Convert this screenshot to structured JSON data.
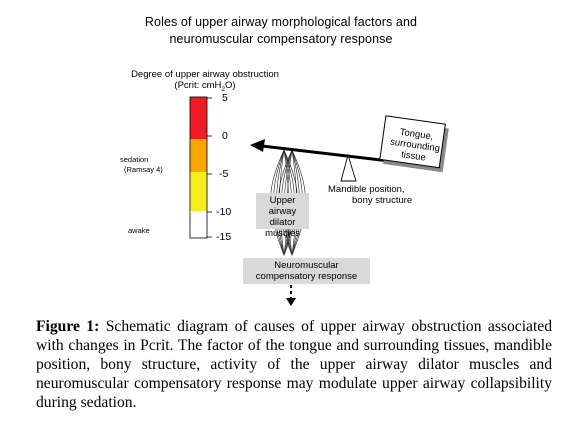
{
  "diagram": {
    "title_line1": "Roles of upper airway morphological factors and",
    "title_line2": "neuromuscular compensatory response",
    "scale_title": "Degree of upper airway obstruction",
    "scale_unit_prefix": "(Pcrit: cmH",
    "scale_unit_sub": "2",
    "scale_unit_suffix": "O)",
    "ticks": [
      "5",
      "0",
      "-5",
      "-10",
      "-15"
    ],
    "sedation_label_line1": "sedation",
    "sedation_label_line2": "(Ramsay 4)",
    "awake_label": "awake",
    "tongue_box_line1": "Tongue,",
    "tongue_box_line2": "surrounding",
    "tongue_box_line3": "tissue",
    "mandible_line1": "Mandible position,",
    "mandible_line2": "bony structure",
    "dilator_line1": "Upper airway",
    "dilator_line2": "dilator",
    "dilator_line3": "muscles",
    "neuro_line1": "Neuromuscular",
    "neuro_line2": "compensatory response",
    "colors": {
      "red": "#ee1c24",
      "orange": "#f7a600",
      "yellow": "#f5ee1e",
      "white": "#ffffff",
      "box_gray": "#d9d9d9"
    }
  },
  "caption": {
    "label": "Figure 1:",
    "text": " Schematic diagram of causes of upper airway obstruction associated with changes in Pcrit. The factor of the tongue and surrounding tissues, mandible position, bony structure, activity of the upper airway dilator muscles and neuromuscular compensatory response may modulate upper airway collapsibility during sedation."
  }
}
